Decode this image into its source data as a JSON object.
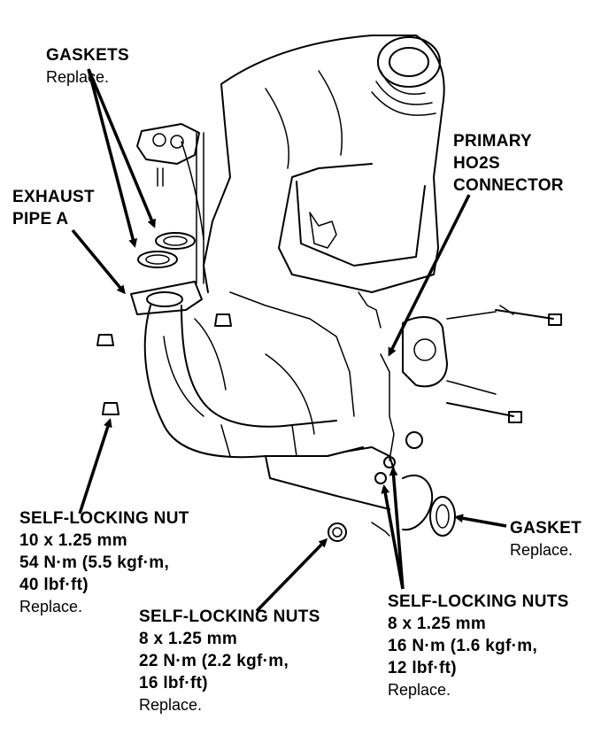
{
  "labels": {
    "gaskets_top": {
      "title": "GASKETS",
      "note": "Replace."
    },
    "exhaust_pipe": {
      "line1": "EXHAUST",
      "line2": "PIPE A"
    },
    "ho2s": {
      "line1": "PRIMARY",
      "line2": "HO2S",
      "line3": "CONNECTOR"
    },
    "nut_10": {
      "title": "SELF-LOCKING NUT",
      "size": "10 x 1.25 mm",
      "torque1": "54 N·m (5.5 kgf·m,",
      "torque2": "40 lbf·ft)",
      "note": "Replace."
    },
    "gasket_right": {
      "title": "GASKET",
      "note": "Replace."
    },
    "nuts_8_left": {
      "title": "SELF-LOCKING NUTS",
      "size": "8 x 1.25 mm",
      "torque1": "22 N·m (2.2 kgf·m,",
      "torque2": "16 lbf·ft)",
      "note": "Replace."
    },
    "nuts_8_right": {
      "title": "SELF-LOCKING NUTS",
      "size": "8 x 1.25 mm",
      "torque1": "16 N·m (1.6 kgf·m,",
      "torque2": "12 lbf·ft)",
      "note": "Replace."
    }
  }
}
